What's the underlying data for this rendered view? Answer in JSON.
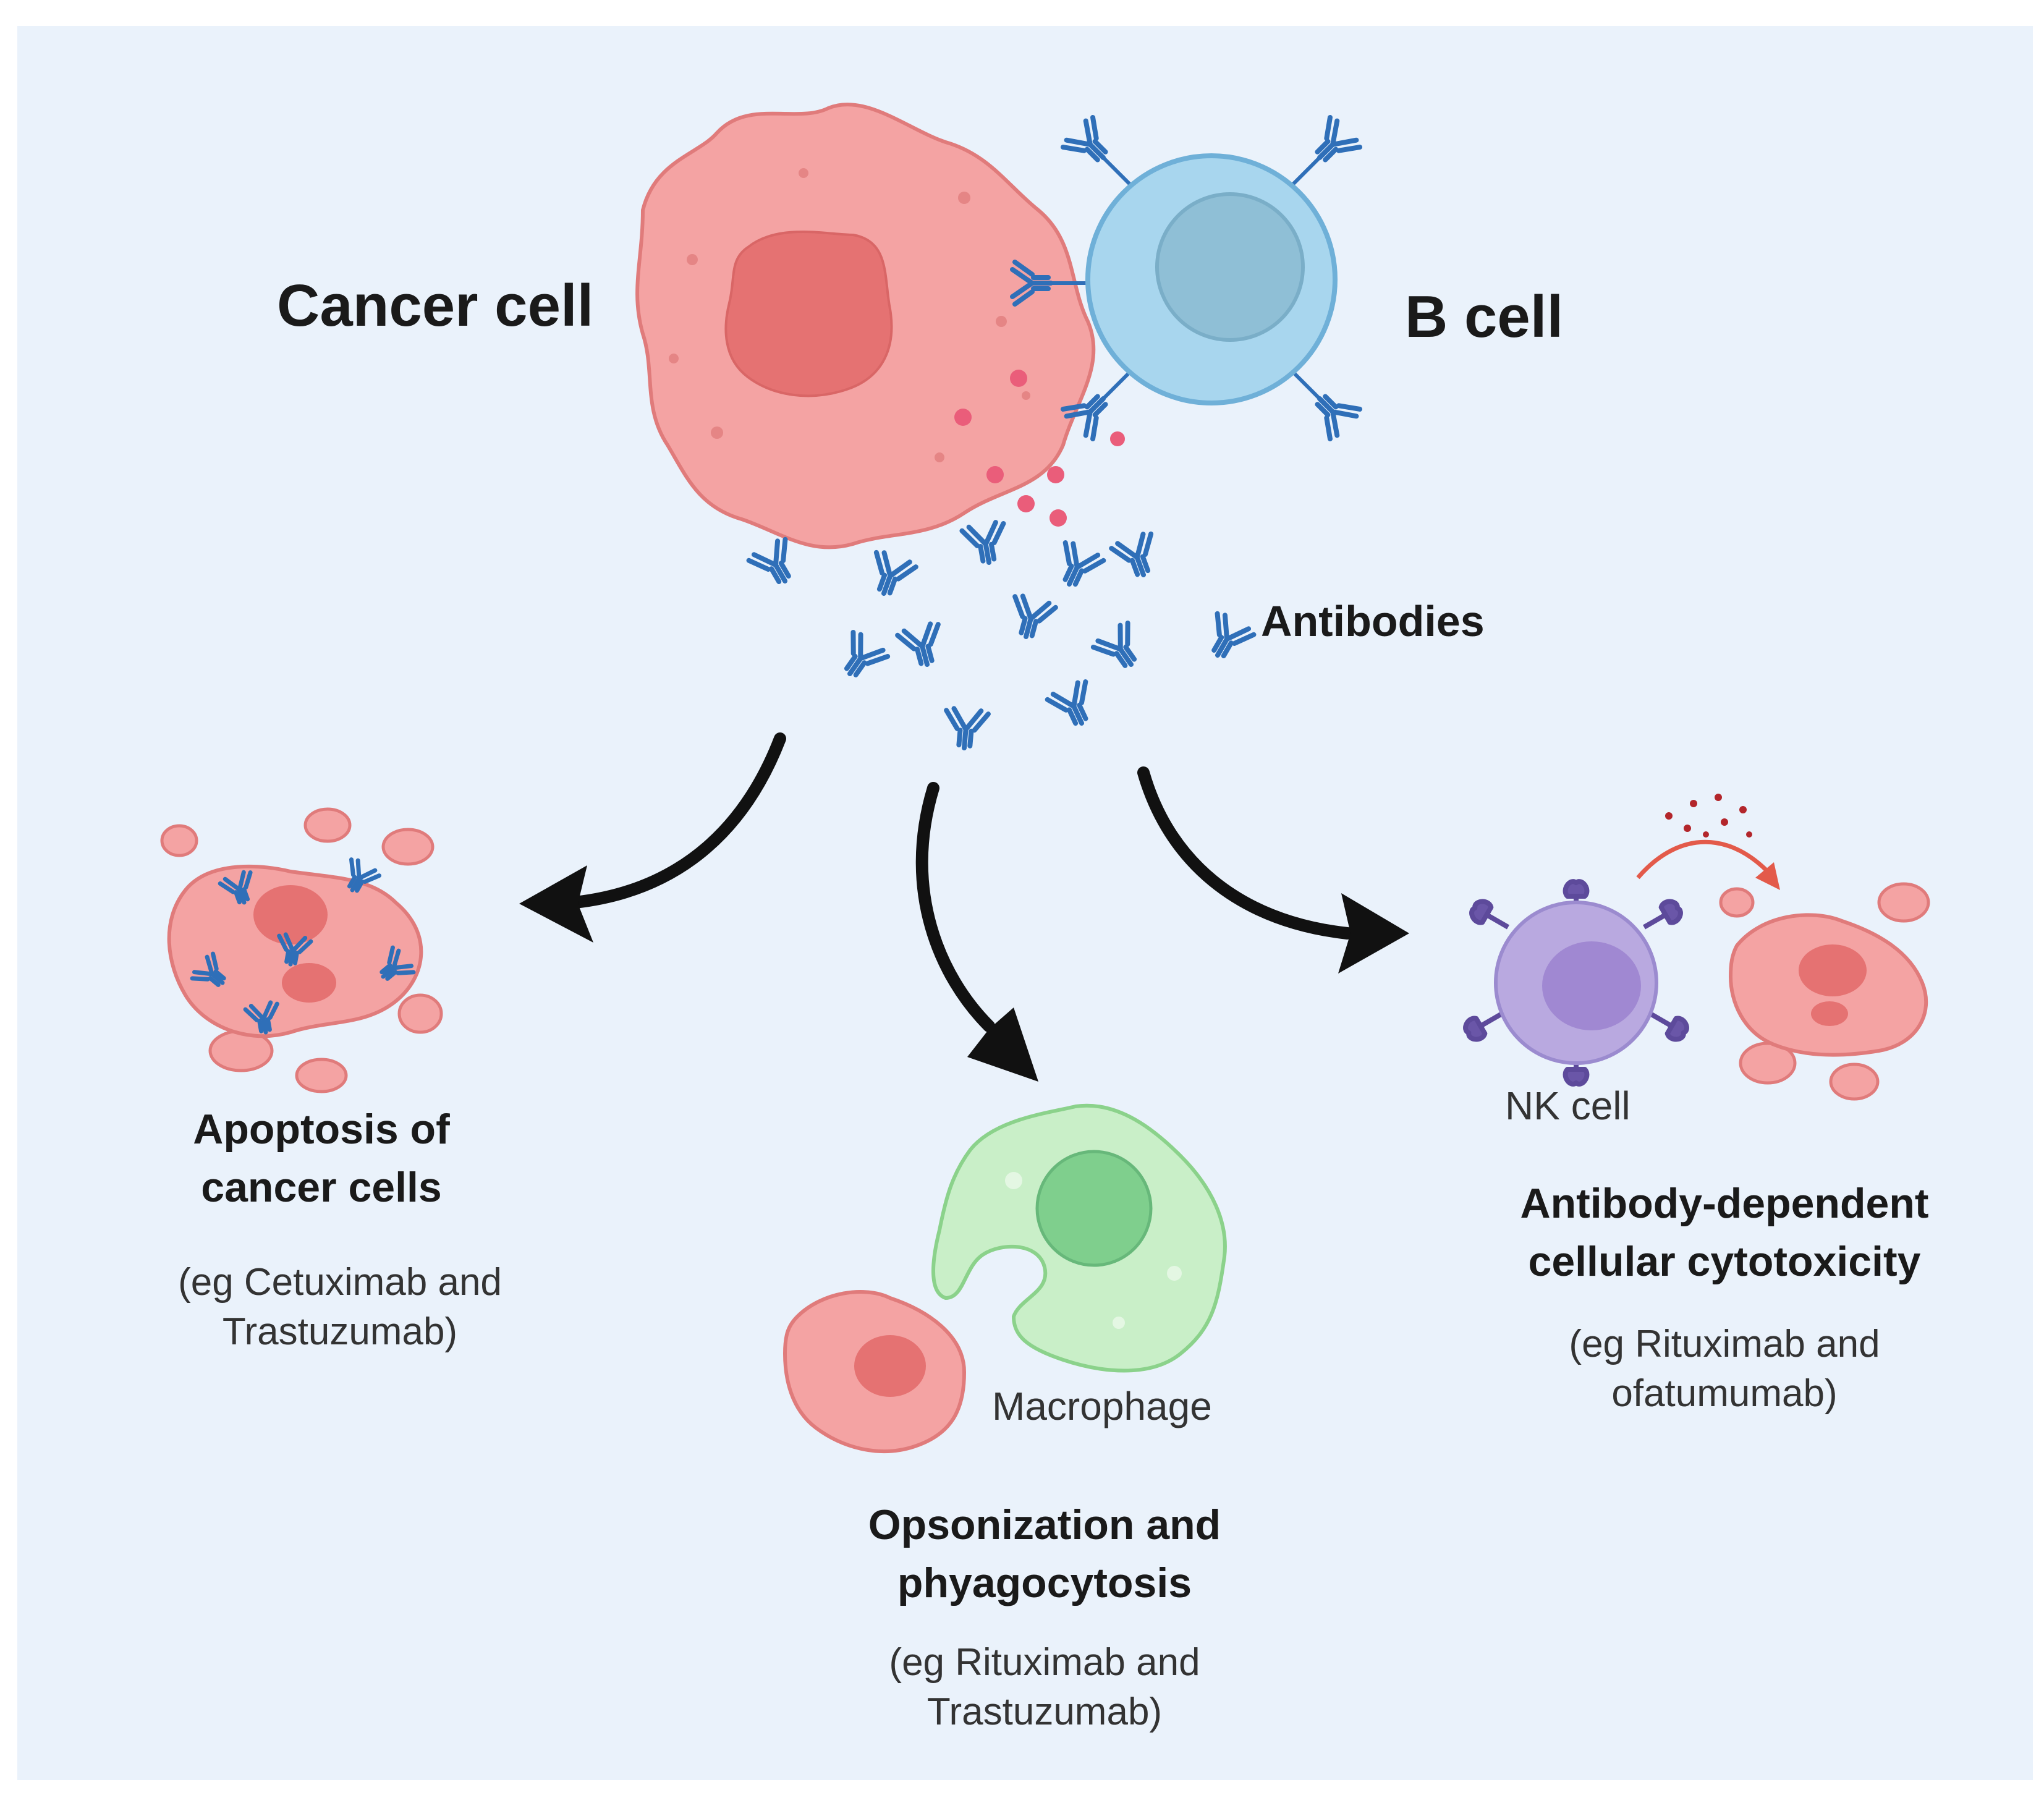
{
  "labels": {
    "cancer_cell": "Cancer cell",
    "b_cell": "B cell",
    "antibodies": "Antibodies",
    "macrophage": "Macrophage",
    "nk_cell": "NK cell"
  },
  "mechanisms": {
    "apoptosis": {
      "title_line1": "Apoptosis of",
      "title_line2": "cancer cells",
      "example_line1": "(eg Cetuximab and",
      "example_line2": "Trastuzumab)"
    },
    "opsonization": {
      "title_line1": "Opsonization and",
      "title_line2": "phyagocytosis",
      "example_line1": "(eg Rituximab and",
      "example_line2": "Trastuzumab)"
    },
    "adcc": {
      "title_line1": "Antibody-dependent",
      "title_line2": "cellular cytotoxicity",
      "example_line1": "(eg Rituximab and",
      "example_line2": "ofatumumab)"
    }
  },
  "colors": {
    "background": "#eaf2fb",
    "cancer_cell": "#f4a3a3",
    "b_cell": "#a8d6ee",
    "antibody": "#2f6fb8",
    "macrophage": "#c9efc8",
    "nk_cell": "#b9a9e0",
    "arrow": "#111111"
  }
}
